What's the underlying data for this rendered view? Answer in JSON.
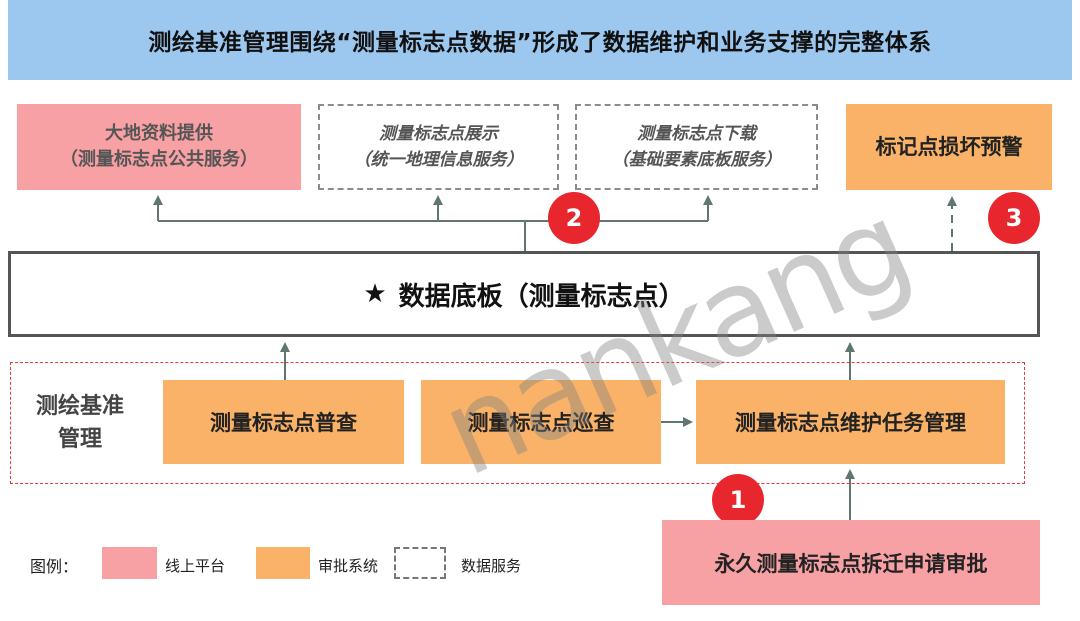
{
  "title": "测绘基准管理围绕“测量标志点数据”形成了数据维护和业务支撑的完整体系",
  "top_services": {
    "geodata": {
      "line1": "大地资料提供",
      "line2": "（测量标志点公共服务）"
    },
    "display": {
      "line1": "测量标志点展示",
      "line2": "（统一地理信息服务）"
    },
    "download": {
      "line1": "测量标志点下载",
      "line2": "（基础要素底板服务）"
    },
    "warning": {
      "label": "标记点损坏预警"
    }
  },
  "data_board": {
    "star": "★",
    "label": "数据底板（测量标志点）"
  },
  "management": {
    "label_line1": "测绘基准",
    "label_line2": "管理",
    "survey": "测量标志点普查",
    "patrol": "测量标志点巡查",
    "maintenance": "测量标志点维护任务管理"
  },
  "relocation": {
    "label": "永久测量标志点拆迁申请审批"
  },
  "badges": {
    "one": "1",
    "two": "2",
    "three": "3"
  },
  "legend": {
    "title": "图例：",
    "online": "线上平台",
    "approval": "审批系统",
    "service": "数据服务"
  },
  "watermark": "nankang",
  "colors": {
    "banner": "#9cc7ef",
    "online_platform": "#f7a1a5",
    "approval_system": "#f9b267",
    "badge": "#e8262d",
    "management_border": "#e83a3a"
  }
}
